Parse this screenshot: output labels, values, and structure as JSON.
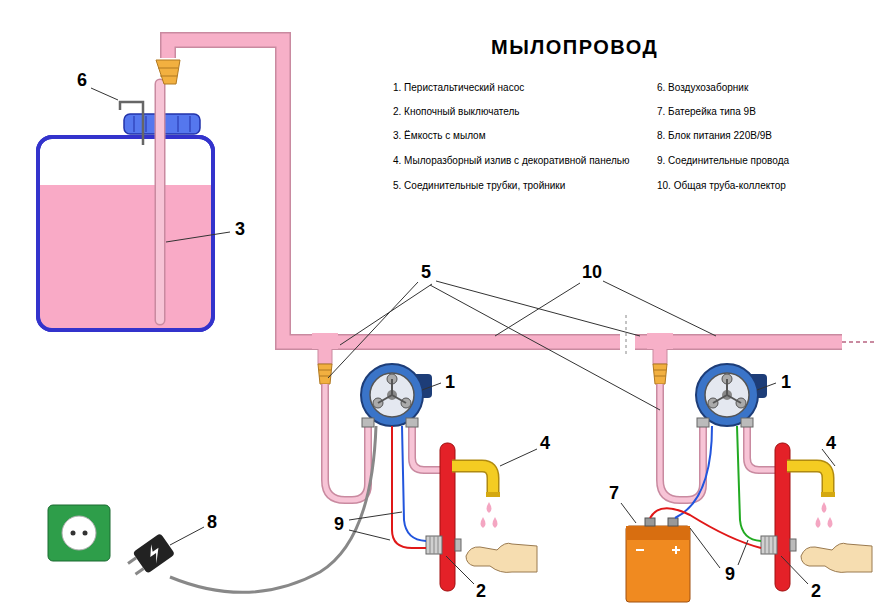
{
  "diagram": {
    "title": "МЫЛОПРОВОД",
    "labels": [
      "1. Перистальтический насос",
      "2. Кнопочный выключатель",
      "3. Ёмкость с мылом",
      "4. Мылоразборный излив с декоративной панелью",
      "5. Соединительные трубки, тройники",
      "6. Воздухозаборник",
      "7. Батерейка типа 9В",
      "8. Блок питания 220В/9В",
      "9. Соединительные провода",
      "10. Общая труба-коллектор",
      "6",
      "3",
      "5",
      "10",
      "1",
      "1",
      "4",
      "4",
      "7",
      "9",
      "9",
      "8",
      "2",
      "2"
    ]
  }
}
